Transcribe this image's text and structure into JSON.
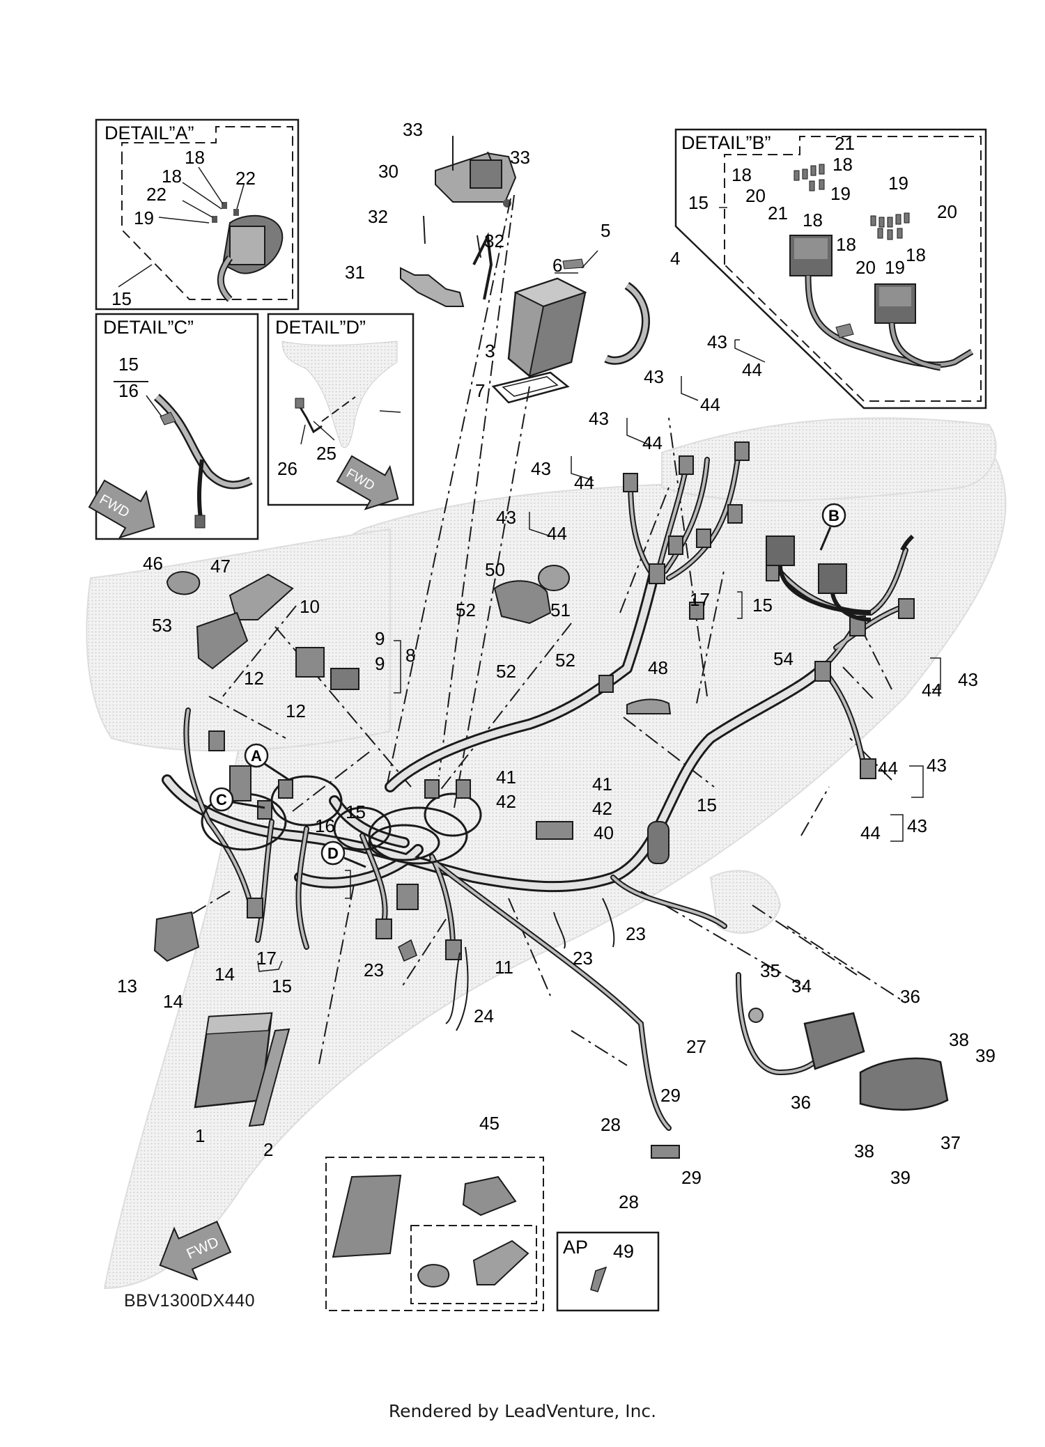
{
  "details": {
    "a": "DETAIL”A”",
    "b": "DETAIL”B”",
    "c": "DETAIL”C”",
    "d": "DETAIL”D”"
  },
  "callouts": {
    "a": "A",
    "b": "B",
    "c": "C",
    "d": "D"
  },
  "fwd_label": "FWD",
  "ap": {
    "label": "AP",
    "part": "49"
  },
  "diagram_code": "BBV1300DX440",
  "render_credit": "Rendered by LeadVenture, Inc.",
  "part_labels": [
    "1",
    "2",
    "3",
    "4",
    "5",
    "6",
    "7",
    "8",
    "9",
    "10",
    "11",
    "12",
    "13",
    "14",
    "15",
    "16",
    "17",
    "18",
    "19",
    "20",
    "21",
    "22",
    "23",
    "24",
    "25",
    "26",
    "27",
    "28",
    "29",
    "30",
    "31",
    "32",
    "33",
    "34",
    "35",
    "36",
    "37",
    "38",
    "39",
    "40",
    "41",
    "42",
    "43",
    "44",
    "45",
    "46",
    "47",
    "48",
    "50",
    "51",
    "52",
    "53",
    "54"
  ],
  "colors": {
    "line": "#1a1a1a",
    "ghost": "#d9d9d9",
    "part_fill": "#9a9a9a",
    "part_dark": "#5a5a5a"
  }
}
